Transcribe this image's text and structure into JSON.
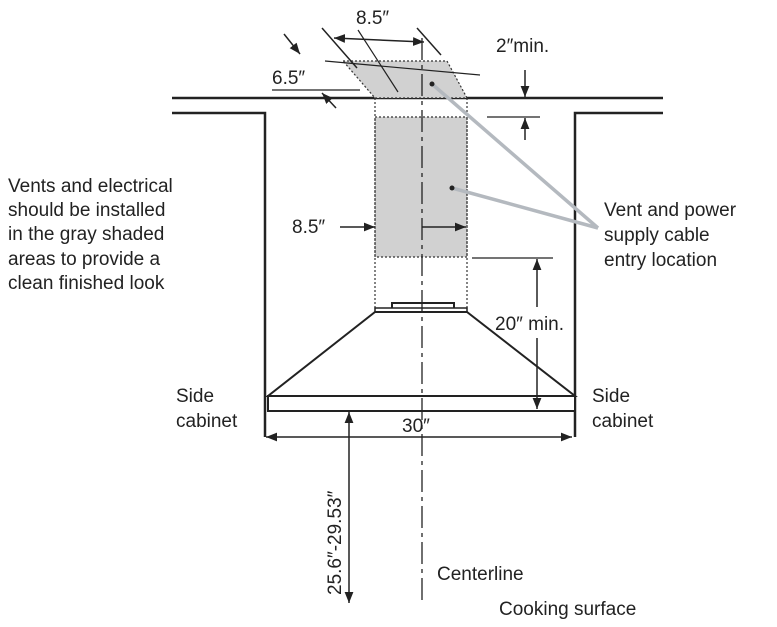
{
  "labels": {
    "note": [
      "Vents and electrical",
      "should be installed",
      "in the gray shaded",
      "areas to provide a",
      "clean finished look"
    ],
    "vent_entry": [
      "Vent and power",
      "supply cable",
      "entry location"
    ],
    "side_cabinet_left": [
      "Side",
      "cabinet"
    ],
    "side_cabinet_right": [
      "Side",
      "cabinet"
    ],
    "centerline": "Centerline",
    "cooking_surface": "Cooking surface"
  },
  "dimensions": {
    "top_width": "8.5″",
    "top_depth": "6.5″",
    "ceiling_min": "2″min.",
    "duct_width": "8.5″",
    "hood_clearance": "20″ min.",
    "hood_width": "30″",
    "mount_height": "25.6″-29.53″"
  },
  "colors": {
    "line": "#222222",
    "shade": "#d1d1d1",
    "pointer": "#b4b9bf"
  }
}
